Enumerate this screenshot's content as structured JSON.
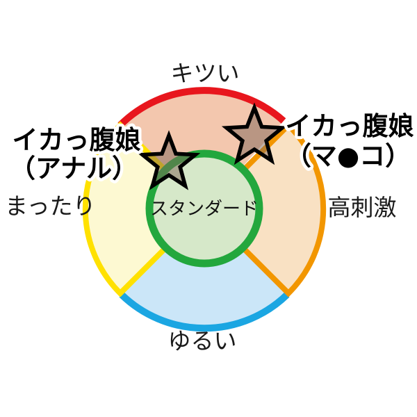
{
  "background_color": "#ffffff",
  "diagram": {
    "type": "quadrant-wheel",
    "center": {
      "label": "スタンダード",
      "fill": "#d6e8c9",
      "ring_color": "#23a73d"
    },
    "sectors": [
      {
        "id": "top",
        "label": "キツい",
        "arc_color": "#e8161d",
        "fill": "#f3c7ae"
      },
      {
        "id": "right",
        "label": "高刺激",
        "arc_color": "#f29600",
        "fill": "#f9e1c3"
      },
      {
        "id": "bottom",
        "label": "ゆるい",
        "arc_color": "#1ba6e2",
        "fill": "#cbe6f8"
      },
      {
        "id": "left",
        "label": "まったり",
        "arc_color": "#ffe100",
        "fill": "#fdf9d2"
      }
    ],
    "star": {
      "fill": "rgba(128,102,88,0.5)",
      "stroke": "#000000"
    },
    "markers": [
      {
        "id": "marker-anal",
        "label_line1": "イカっ腹娘",
        "label_line2": "（アナル）",
        "position": "upper-left-of-center"
      },
      {
        "id": "marker-vaginal",
        "label_line1": "イカっ腹娘",
        "label_line2": "（マ●コ）",
        "position": "upper-right-of-center"
      }
    ]
  }
}
